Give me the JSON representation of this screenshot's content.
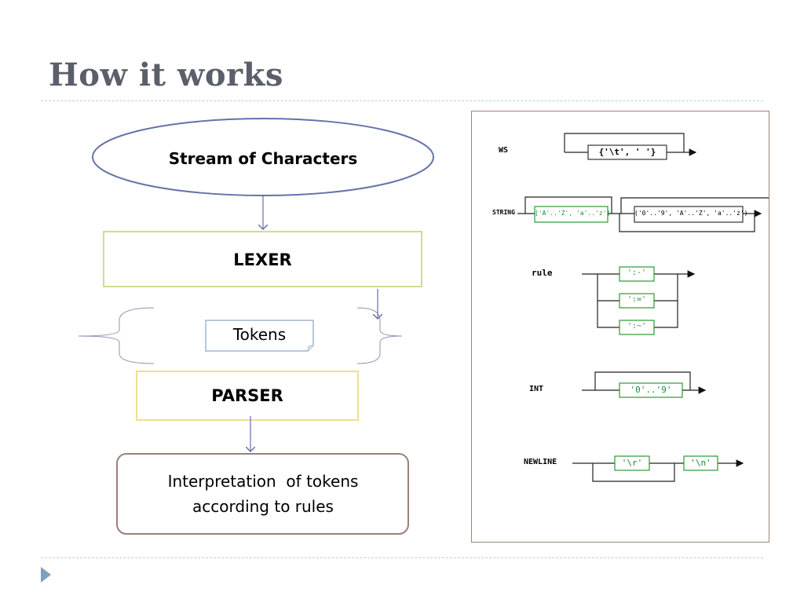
{
  "slide": {
    "title": "How it works"
  },
  "flow": {
    "input_label": "Stream of Characters",
    "lexer_label": "LEXER",
    "tokens_label": "Tokens",
    "parser_label": "PARSER",
    "output_line1": "Interpretation  of tokens",
    "output_line2": "according to rules"
  },
  "railroad": {
    "ws": {
      "name": "WS",
      "box": "{'\\t', ' '}"
    },
    "string": {
      "name": "STRING",
      "box1": "['A'..'Z', 'a'..'z']",
      "box2": "('0'..'9', 'A'..'Z', 'a'..'z')"
    },
    "rule": {
      "name": "rule",
      "alt1": "':-'",
      "alt2": "':='",
      "alt3": "':~'"
    },
    "int": {
      "name": "INT",
      "box": "'0'..'9'"
    },
    "newline": {
      "name": "NEWLINE",
      "box1": "'\\r'",
      "box2": "'\\n'"
    }
  },
  "colors": {
    "title": "#5a5f6a",
    "ellipse_stroke": "#6472a8",
    "lexer_stroke": "#d4dc8c",
    "parser_stroke": "#efe08c",
    "output_stroke": "#9a8078",
    "rail_box_text": "#1a8a3a"
  }
}
